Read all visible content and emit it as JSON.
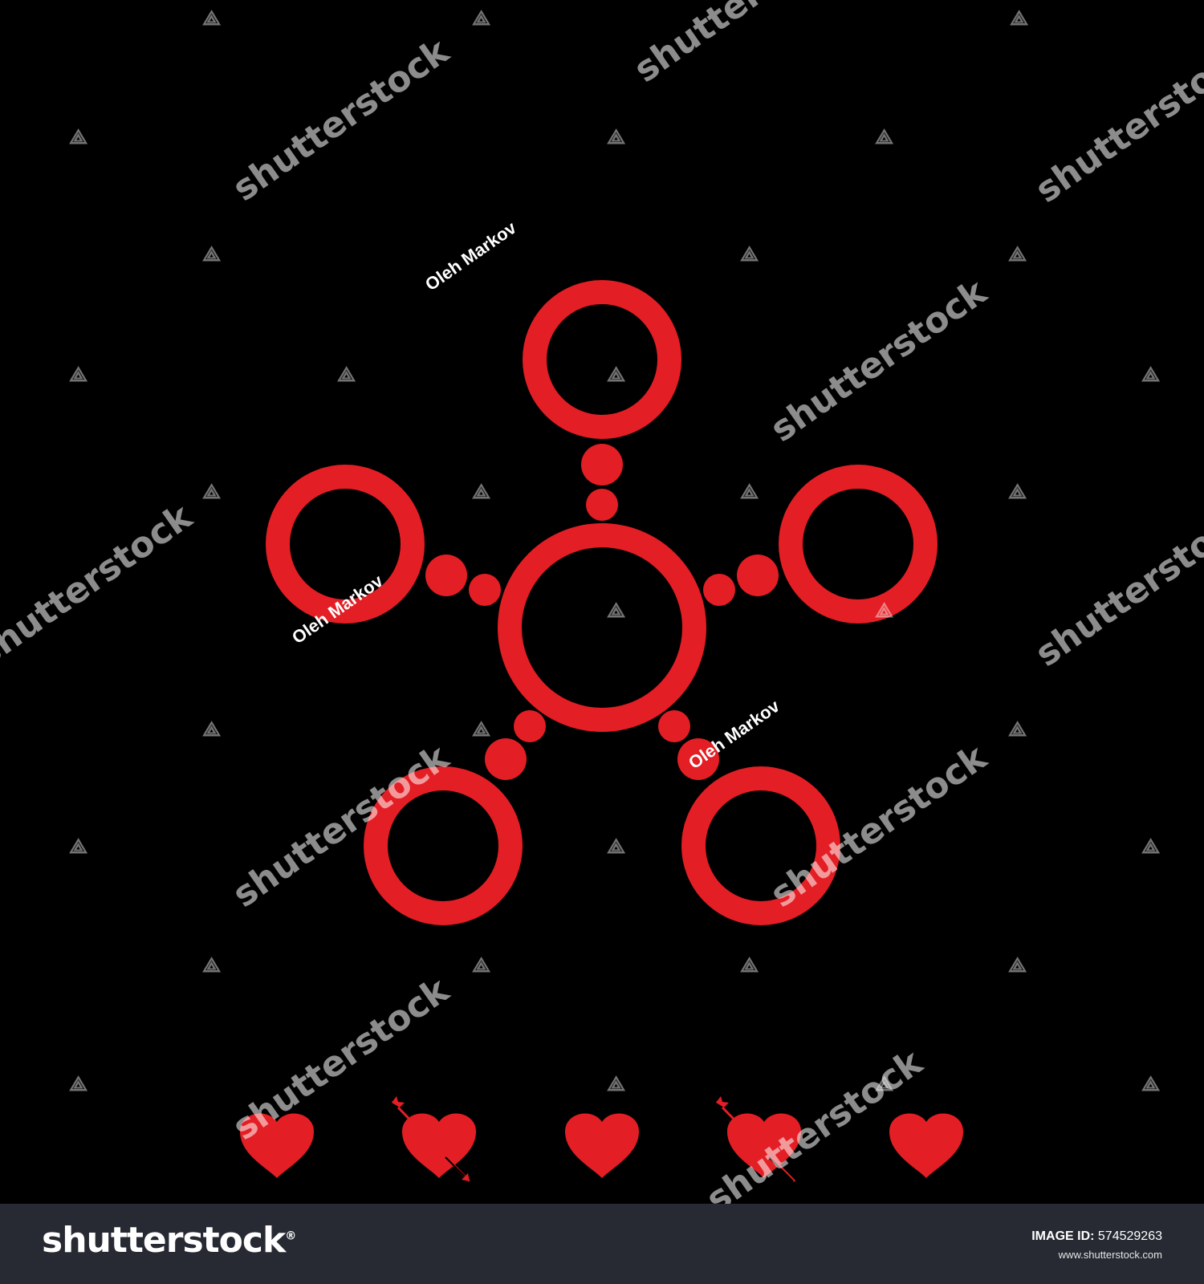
{
  "colors": {
    "background": "#000000",
    "accent": "#e31e24",
    "footer": "#272a33"
  },
  "watermark": {
    "brand": "shutterstock",
    "author": "Oleh Markov",
    "glyph": "⟁"
  },
  "footer": {
    "logo": "shutterstock",
    "logo_mark": "®",
    "id_label": "IMAGE ID:",
    "id_value": "574529263",
    "url": "www.shutterstock.com"
  },
  "icons": {
    "main": "network-nodes-icon",
    "row": [
      "heart-icon",
      "heart-with-arrow-icon",
      "heart-icon",
      "heart-with-arrow-icon",
      "heart-icon"
    ]
  }
}
